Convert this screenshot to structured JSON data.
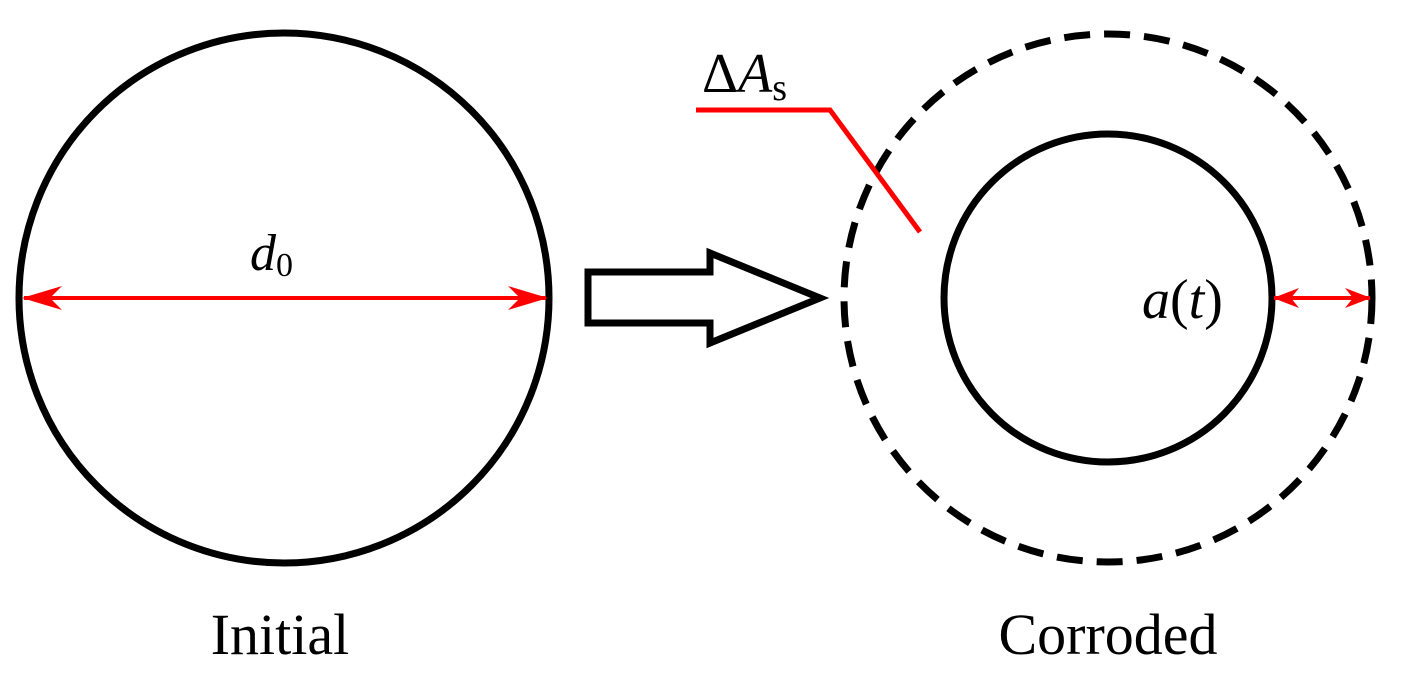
{
  "colors": {
    "stroke": "#000000",
    "accent": "#ff0000",
    "background": "#ffffff"
  },
  "labels": {
    "diameter": {
      "symbol": "d",
      "subscript": "0"
    },
    "area_loss": {
      "prefix": "Δ",
      "symbol": "A",
      "subscript": "s"
    },
    "corrosion_depth": {
      "symbol": "a",
      "open": "(",
      "var": "t",
      "close": ")"
    },
    "initial_caption": "Initial",
    "corroded_caption": "Corroded"
  }
}
